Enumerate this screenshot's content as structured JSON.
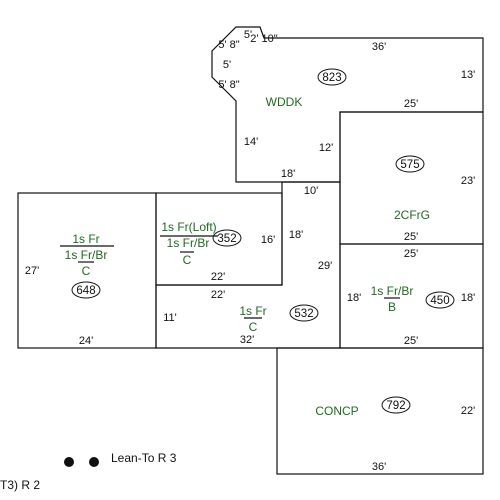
{
  "colors": {
    "line": "#111111",
    "label": "#1f6b1f",
    "background": "#ffffff"
  },
  "sections": [
    {
      "id": "wddk",
      "label_lines": [
        "WDDK"
      ],
      "area": "823"
    },
    {
      "id": "2cfrg",
      "label_lines": [
        "2CFrG"
      ],
      "area": "575"
    },
    {
      "id": "loft",
      "label_lines": [
        "1s Fr(Loft)",
        "1s Fr/Br",
        "C"
      ],
      "area": "352"
    },
    {
      "id": "left",
      "label_lines": [
        "1s Fr",
        "1s Fr/Br",
        "C"
      ],
      "area": "648"
    },
    {
      "id": "center",
      "label_lines": [
        "1s Fr",
        "C"
      ],
      "area": "532"
    },
    {
      "id": "br",
      "label_lines": [
        "1s Fr/Br",
        "B"
      ],
      "area": "450"
    },
    {
      "id": "concp",
      "label_lines": [
        "CONCP"
      ],
      "area": "792"
    }
  ],
  "dimensions": {
    "wddk_top": "36'",
    "wddk_right": "13'",
    "wddk_bottom": "25'",
    "wddk_left": "14'",
    "wddk_inner": "12'",
    "wddk_bottom_left": "18'",
    "oct_top_a": "5'",
    "oct_top_b": "2' 10\"",
    "oct_a": "5' 8\"",
    "oct_b": "5'",
    "oct_c": "5' 8\"",
    "step_10": "10'",
    "garage_right": "23'",
    "garage_bottom": "25'",
    "center_right": "18'",
    "center_right2": "29'",
    "loft_right": "16'",
    "loft_bottom": "22'",
    "center_top": "22'",
    "center_left": "11'",
    "center_bottom": "32'",
    "left_left": "27'",
    "left_bottom": "24'",
    "br_top": "25'",
    "br_left": "18'",
    "br_right": "18'",
    "br_bottom": "25'",
    "concp_right": "22'",
    "concp_bottom": "36'"
  },
  "legend": {
    "leanto": "Lean-To R 3",
    "bottom_left": "T3) R 2"
  }
}
